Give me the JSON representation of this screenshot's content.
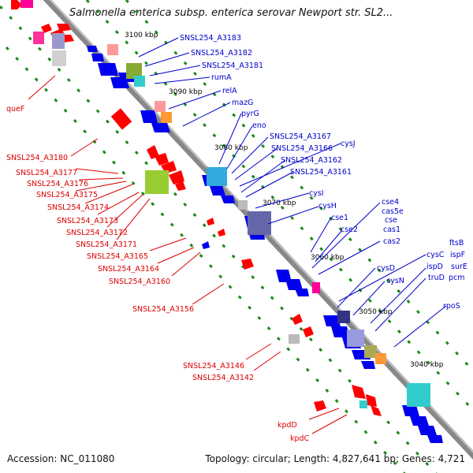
{
  "title": "Salmonella enterica subsp. enterica serovar Newport str. SL2...",
  "footer": {
    "accession": "Accession: NC_011080",
    "summary": "Topology: circular; Length: 4,827,641 bp; Genes: 4,721"
  },
  "ticks": [
    "3100 kbp",
    "3090 kbp",
    "3080 kbp",
    "3070 kbp",
    "3060 kbp",
    "3050 kbp",
    "3040 kbp"
  ],
  "labels_blue": [
    "SNSL254_A3183",
    "SNSL254_A3182",
    "SNSL254_A3181",
    "rumA",
    "relA",
    "mazG",
    "pyrG",
    "eno",
    "SNSL254_A3167",
    "SNSL254_A3166",
    "cysJ",
    "SNSL254_A3162",
    "SNSL254_A3161",
    "cysI",
    "cysH",
    "cse4",
    "cas5e",
    "cse1",
    "cse",
    "cse2",
    "cas1",
    "cas2",
    "cysC",
    "ftsB",
    "ispF",
    "ispD",
    "surE",
    "truD",
    "pcm",
    "cysD",
    "cysN",
    "rpoS"
  ],
  "labels_red": [
    "queF",
    "SNSL254_A3180",
    "SNSL254_A3177",
    "SNSL254_A3176",
    "SNSL254_A3175",
    "SNSL254_A3174",
    "SNSL254_A3173",
    "SNSL254_A3172",
    "SNSL254_A3171",
    "SNSL254_A3165",
    "SNSL254_A3164",
    "SNSL254_A3160",
    "SNSL254_A3156",
    "SNSL254_A3146",
    "SNSL254_A3142",
    "kpdD",
    "kpdC"
  ],
  "colors": {
    "forward": "#ff0000",
    "reverse": "#0000ee",
    "backbone": "#888888",
    "tick_dot": "#1a8a1a"
  }
}
